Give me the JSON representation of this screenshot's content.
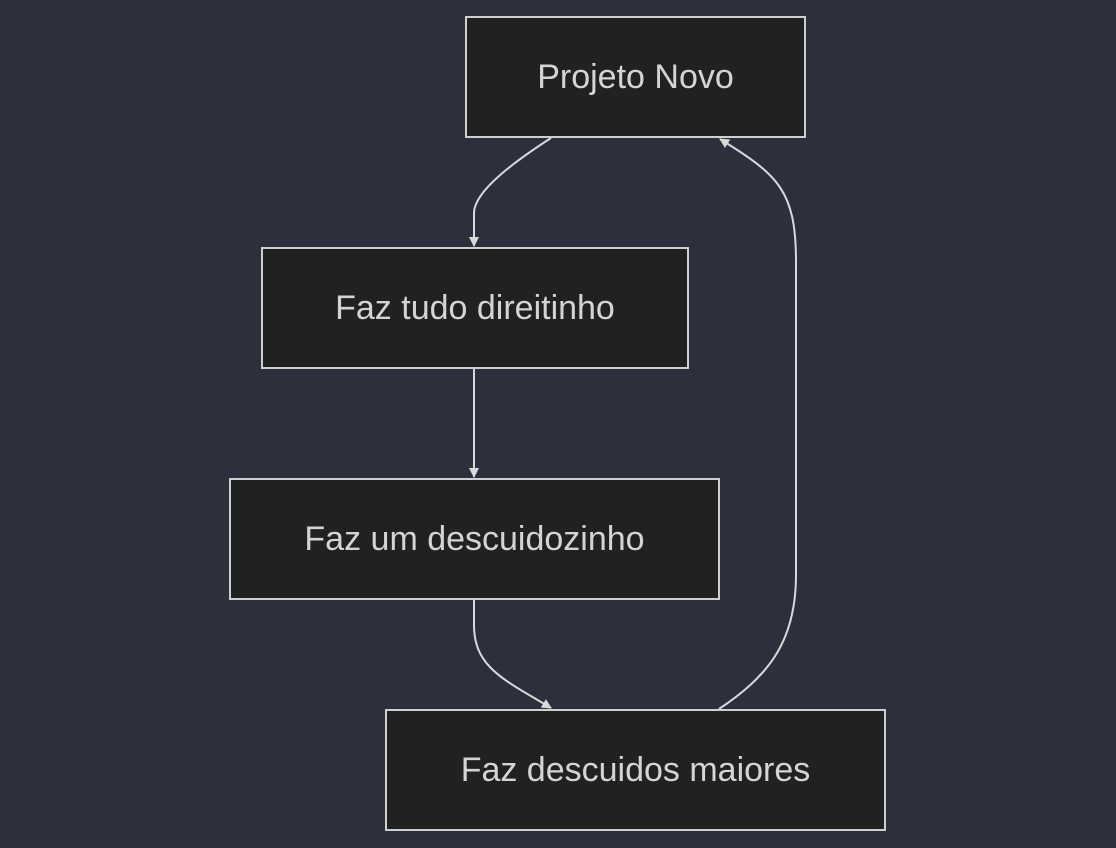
{
  "diagram": {
    "type": "flowchart",
    "colors": {
      "background": "#2b303c",
      "node_fill": "#202221",
      "node_border": "#cfcfcf",
      "text": "#d4d4d4",
      "edge": "#d9d9d9"
    },
    "nodes": [
      {
        "id": "projeto-novo",
        "label": "Projeto Novo"
      },
      {
        "id": "faz-tudo",
        "label": "Faz tudo direitinho"
      },
      {
        "id": "faz-um",
        "label": "Faz um descuidozinho"
      },
      {
        "id": "faz-maiores",
        "label": "Faz descuidos maiores"
      }
    ],
    "edges": [
      {
        "from": "projeto-novo",
        "to": "faz-tudo"
      },
      {
        "from": "faz-tudo",
        "to": "faz-um"
      },
      {
        "from": "faz-um",
        "to": "faz-maiores"
      },
      {
        "from": "faz-maiores",
        "to": "projeto-novo"
      }
    ]
  }
}
